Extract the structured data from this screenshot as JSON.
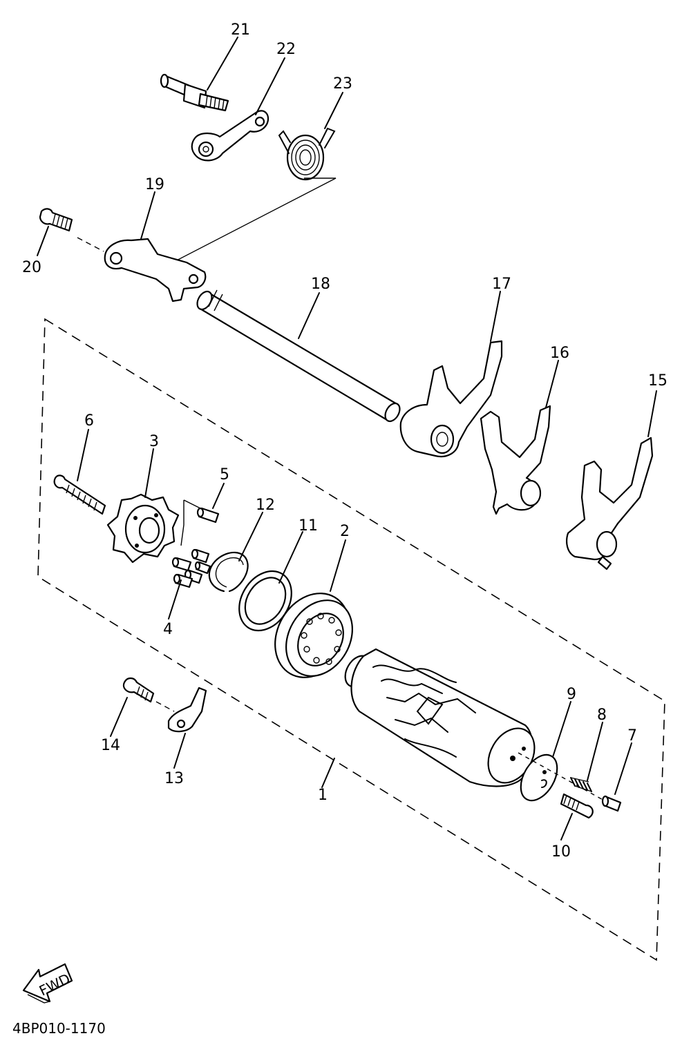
{
  "labels": {
    "p1": "1",
    "p2": "2",
    "p3": "3",
    "p4": "4",
    "p5": "5",
    "p6": "6",
    "p7": "7",
    "p8": "8",
    "p9": "9",
    "p10": "10",
    "p11": "11",
    "p12": "12",
    "p13": "13",
    "p14": "14",
    "p15": "15",
    "p16": "16",
    "p17": "17",
    "p18": "18",
    "p19": "19",
    "p20": "20",
    "p21": "21",
    "p22": "22",
    "p23": "23"
  },
  "fwd_arrow": "FWD",
  "diagram_code": "4BP010-1170"
}
